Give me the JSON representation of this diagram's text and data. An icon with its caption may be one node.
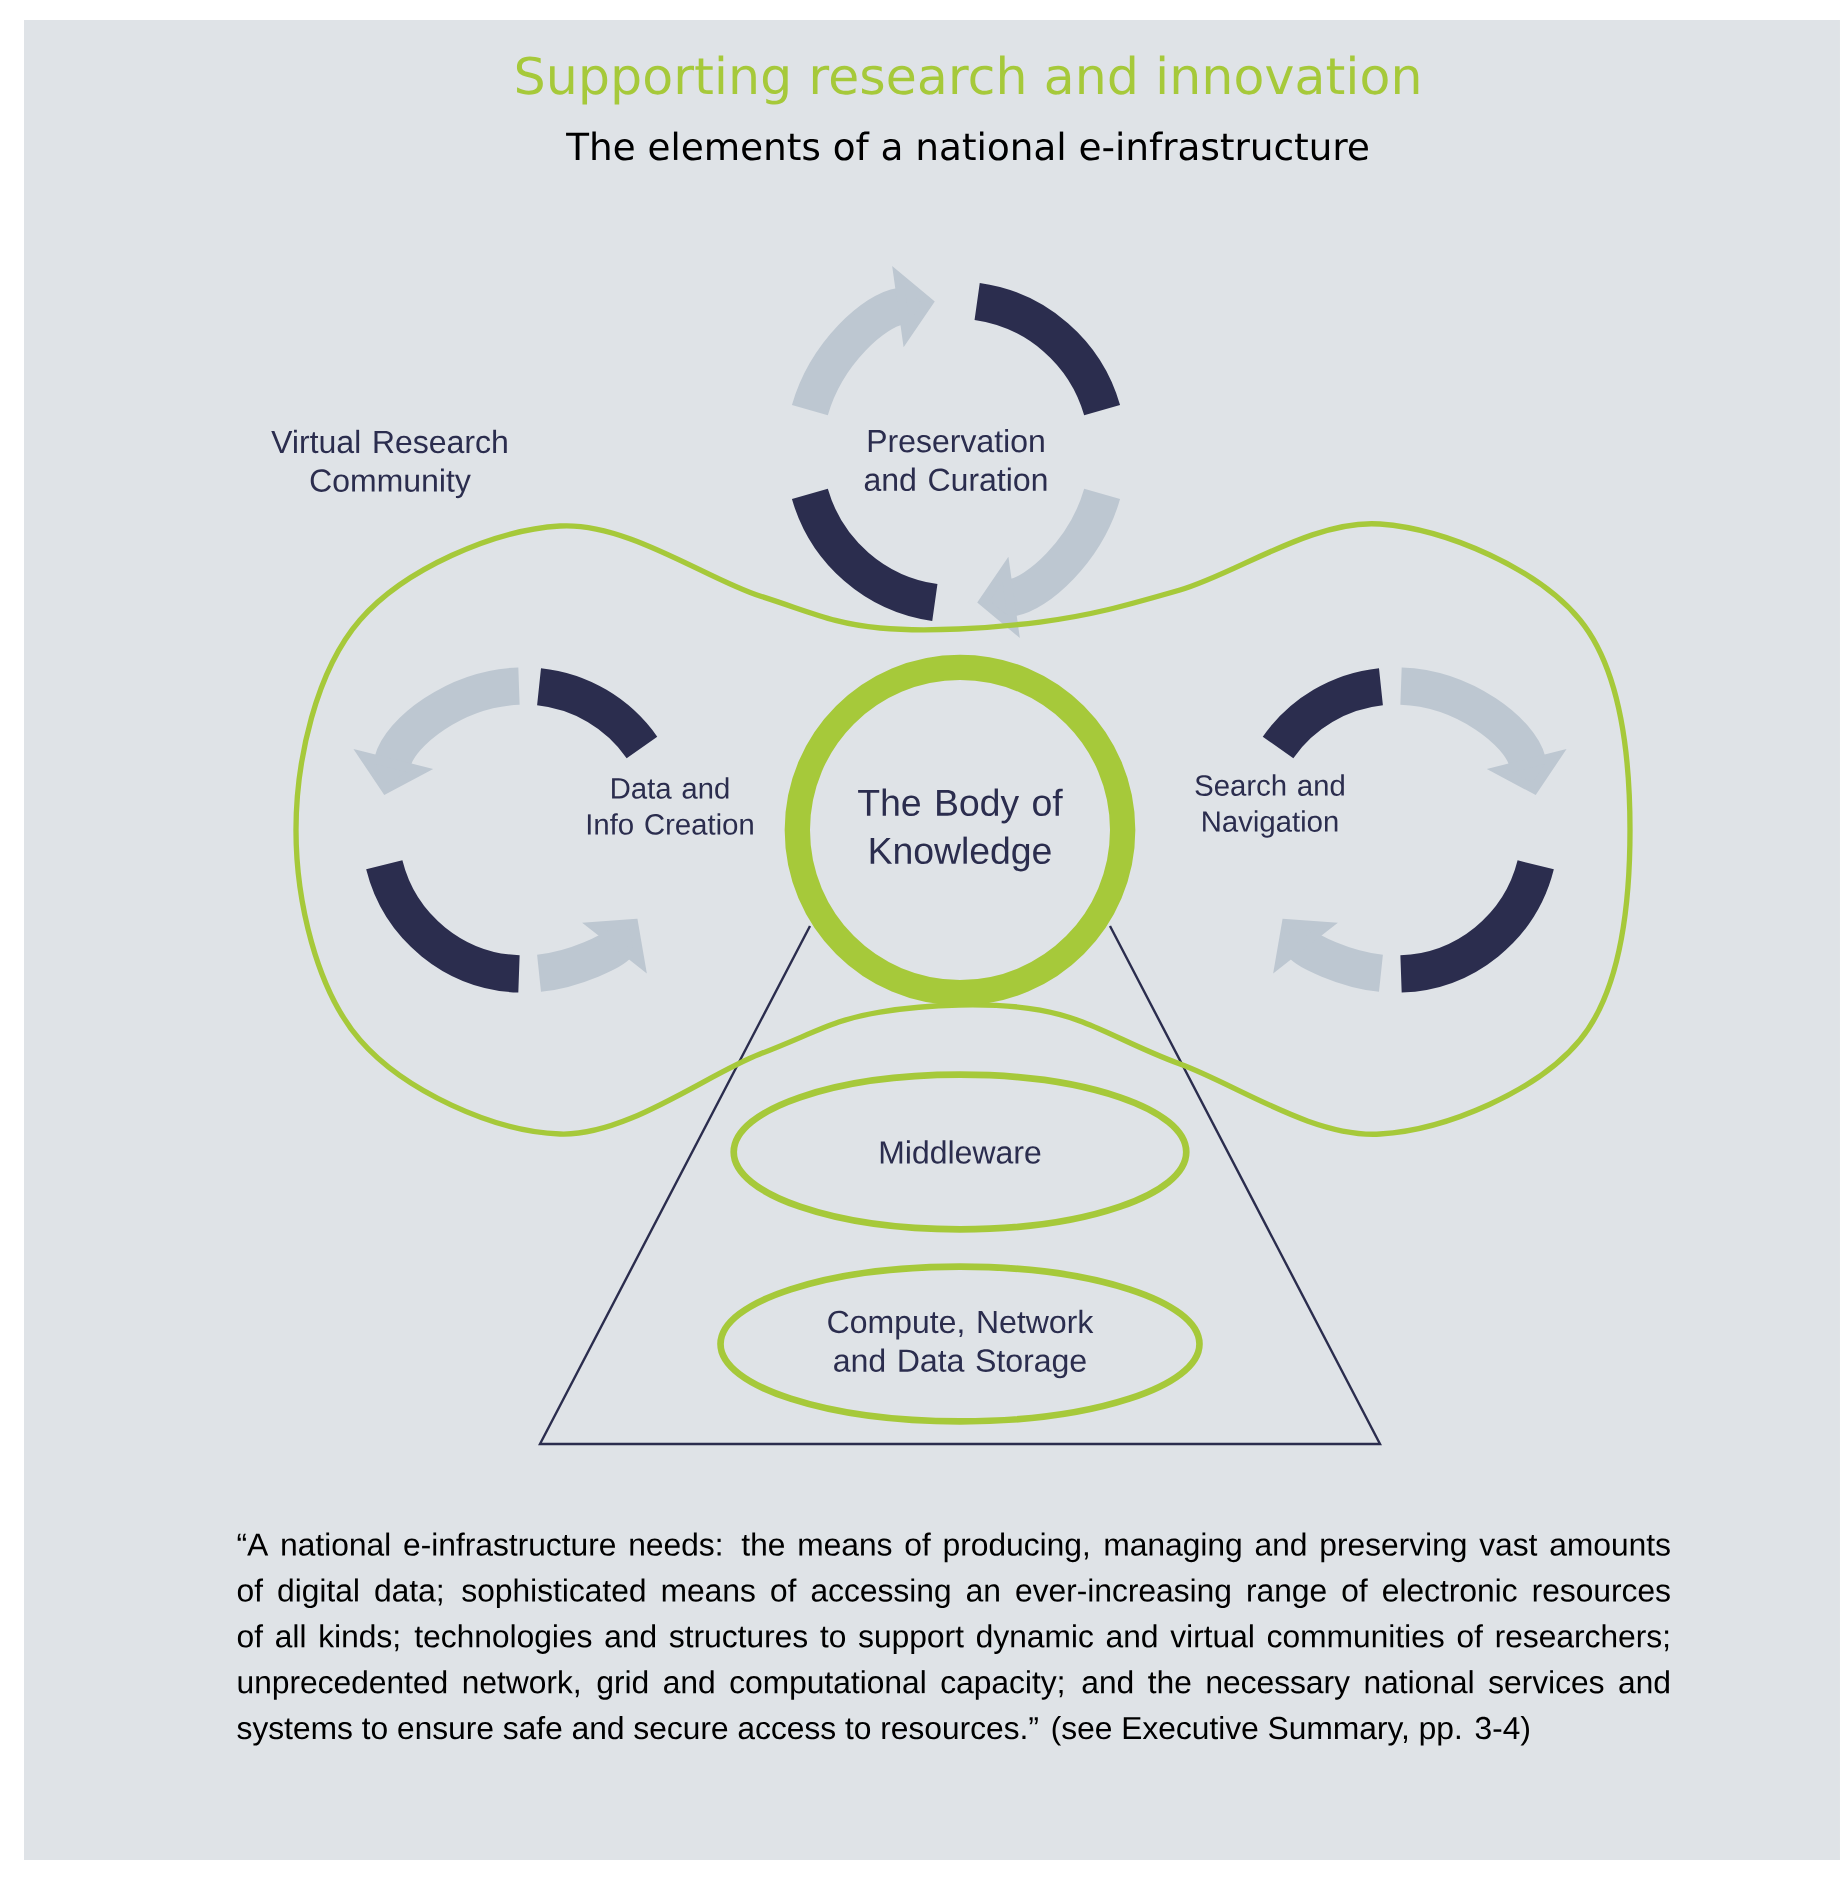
{
  "diagram": {
    "title": "Supporting research and innovation",
    "nodes": [
      {
        "text": [
          "Virtual Research Community"
        ]
      },
      {
        "text": [
          "Preservation and Curation"
        ]
      },
      {
        "text": [
          "Data and Info Creation"
        ],
        "in": 0
      },
      {
        "text": [
          "The Body of Knowledge"
        ],
        "in": 0
      },
      {
        "text": [
          "Search and Navigation"
        ],
        "in": 0
      },
      {
        "text": [
          "Middleware"
        ]
      },
      {
        "text": [
          "Compute, Network and Data Storage"
        ]
      }
    ],
    "edges": [],
    "labels": [
      "The elements of a national e-infrastructure"
    ],
    "caption": "“A national e-infrastructure needs: the means of producing, managing and preserving vast amounts of digital data; sophisticated means of accessing an ever-increasing range of electronic resources of all kinds; technologies and structures to support dynamic and virtual communities of researchers; unprecedented network, grid and computational capacity; and the necessary national services and systems to ensure safe and secure access to resources.” (see Executive Summary, pp. 3-4)"
  }
}
